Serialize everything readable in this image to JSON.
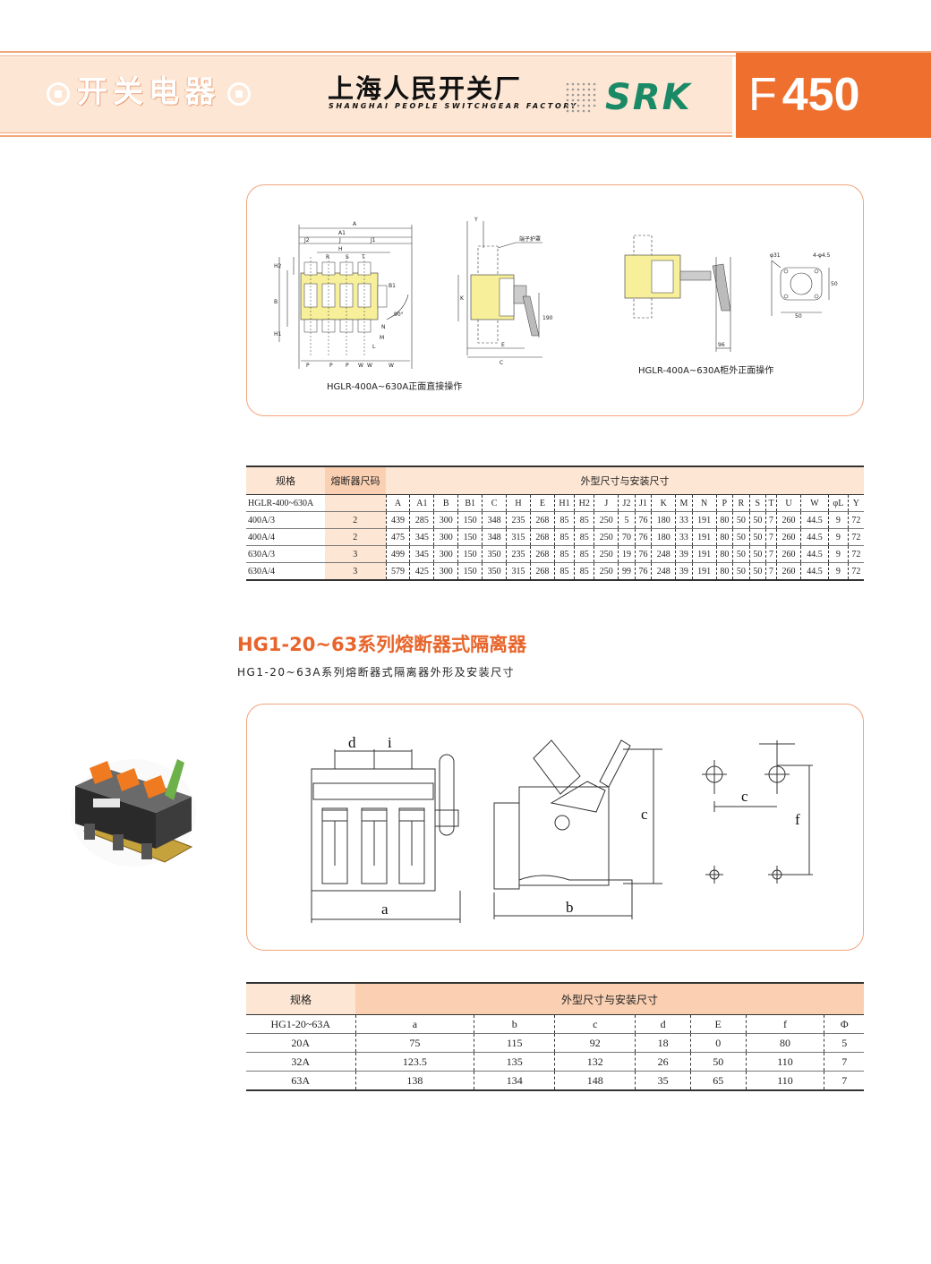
{
  "header": {
    "category": "开关电器",
    "factory_cn": "上海人民开关厂",
    "factory_en": "SHANGHAI PEOPLE SWITCHGEAR FACTORY",
    "brand": "SRK",
    "page_letter": "F",
    "page_number": "450"
  },
  "diagram1": {
    "dims_front": [
      "A",
      "A1",
      "J2",
      "J",
      "J1",
      "H",
      "H2",
      "B",
      "B1",
      "H1",
      "P",
      "P",
      "P",
      "W",
      "W",
      "W",
      "R",
      "S",
      "T",
      "N",
      "M",
      "L",
      "90°"
    ],
    "dims_side": [
      "Y",
      "K",
      "E",
      "C",
      "190"
    ],
    "terminal_cover_label": "端子护罩",
    "dims_panel": [
      "96"
    ],
    "cutout_dims": [
      "φ31",
      "4-φ4.5",
      "50",
      "50"
    ],
    "caption_left": "HGLR-400A~630A正面直接操作",
    "caption_right": "HGLR-400A~630A柜外正面操作"
  },
  "table1": {
    "header_spec": "规格",
    "header_code": "熔断器尺码",
    "header_dims": "外型尺寸与安装尺寸",
    "model": "HGLR-400~630A",
    "columns": [
      "A",
      "A1",
      "B",
      "B1",
      "C",
      "H",
      "E",
      "H1",
      "H2",
      "J",
      "J2",
      "J1",
      "K",
      "M",
      "N",
      "P",
      "R",
      "S",
      "T",
      "U",
      "W",
      "φL",
      "Y"
    ],
    "rows": [
      {
        "spec": "400A/3",
        "code": "2",
        "values": [
          "439",
          "285",
          "300",
          "150",
          "348",
          "235",
          "268",
          "85",
          "85",
          "250",
          "5",
          "76",
          "180",
          "33",
          "191",
          "80",
          "50",
          "50",
          "7",
          "260",
          "44.5",
          "9",
          "72"
        ]
      },
      {
        "spec": "400A/4",
        "code": "2",
        "values": [
          "475",
          "345",
          "300",
          "150",
          "348",
          "315",
          "268",
          "85",
          "85",
          "250",
          "70",
          "76",
          "180",
          "33",
          "191",
          "80",
          "50",
          "50",
          "7",
          "260",
          "44.5",
          "9",
          "72"
        ]
      },
      {
        "spec": "630A/3",
        "code": "3",
        "values": [
          "499",
          "345",
          "300",
          "150",
          "350",
          "235",
          "268",
          "85",
          "85",
          "250",
          "19",
          "76",
          "248",
          "39",
          "191",
          "80",
          "50",
          "50",
          "7",
          "260",
          "44.5",
          "9",
          "72"
        ]
      },
      {
        "spec": "630A/4",
        "code": "3",
        "values": [
          "579",
          "425",
          "300",
          "150",
          "350",
          "315",
          "268",
          "85",
          "85",
          "250",
          "99",
          "76",
          "248",
          "39",
          "191",
          "80",
          "50",
          "50",
          "7",
          "260",
          "44.5",
          "9",
          "72"
        ]
      }
    ]
  },
  "section2": {
    "title": "HG1-20~63系列熔断器式隔离器",
    "subtitle": "HG1-20~63A系列熔断器式隔离器外形及安装尺寸"
  },
  "diagram2": {
    "dims": [
      "d",
      "i",
      "a",
      "b",
      "c",
      "c",
      "f"
    ]
  },
  "table2": {
    "header_spec": "规格",
    "header_dims": "外型尺寸与安装尺寸",
    "model": "HG1-20~63A",
    "columns": [
      "a",
      "b",
      "c",
      "d",
      "E",
      "f",
      "Φ"
    ],
    "rows": [
      {
        "spec": "20A",
        "values": [
          "75",
          "115",
          "92",
          "18",
          "0",
          "80",
          "5"
        ]
      },
      {
        "spec": "32A",
        "values": [
          "123.5",
          "135",
          "132",
          "26",
          "50",
          "110",
          "7"
        ]
      },
      {
        "spec": "63A",
        "values": [
          "138",
          "134",
          "148",
          "35",
          "65",
          "110",
          "7"
        ]
      }
    ]
  },
  "colors": {
    "accent_orange": "#ef6f2f",
    "band_peach": "#fde6d3",
    "title_orange": "#e8642a",
    "brand_green": "#1a8a66",
    "device_yellow": "#f7ef9a"
  }
}
